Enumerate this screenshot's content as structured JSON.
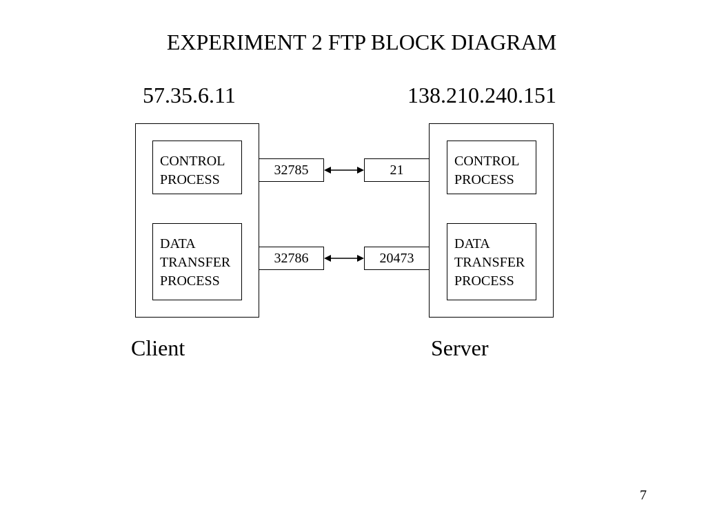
{
  "title": "EXPERIMENT 2 FTP BLOCK DIAGRAM",
  "client": {
    "ip": "57.35.6.11",
    "label": "Client",
    "control_process": [
      "CONTROL",
      "PROCESS"
    ],
    "data_transfer_process": [
      "DATA",
      "TRANSFER",
      "PROCESS"
    ],
    "control_port": "32785",
    "data_port": "32786"
  },
  "server": {
    "ip": "138.210.240.151",
    "label": "Server",
    "control_process": [
      "CONTROL",
      "PROCESS"
    ],
    "data_transfer_process": [
      "DATA",
      "TRANSFER",
      "PROCESS"
    ],
    "control_port": "21",
    "data_port": "20473"
  },
  "page_number": "7"
}
